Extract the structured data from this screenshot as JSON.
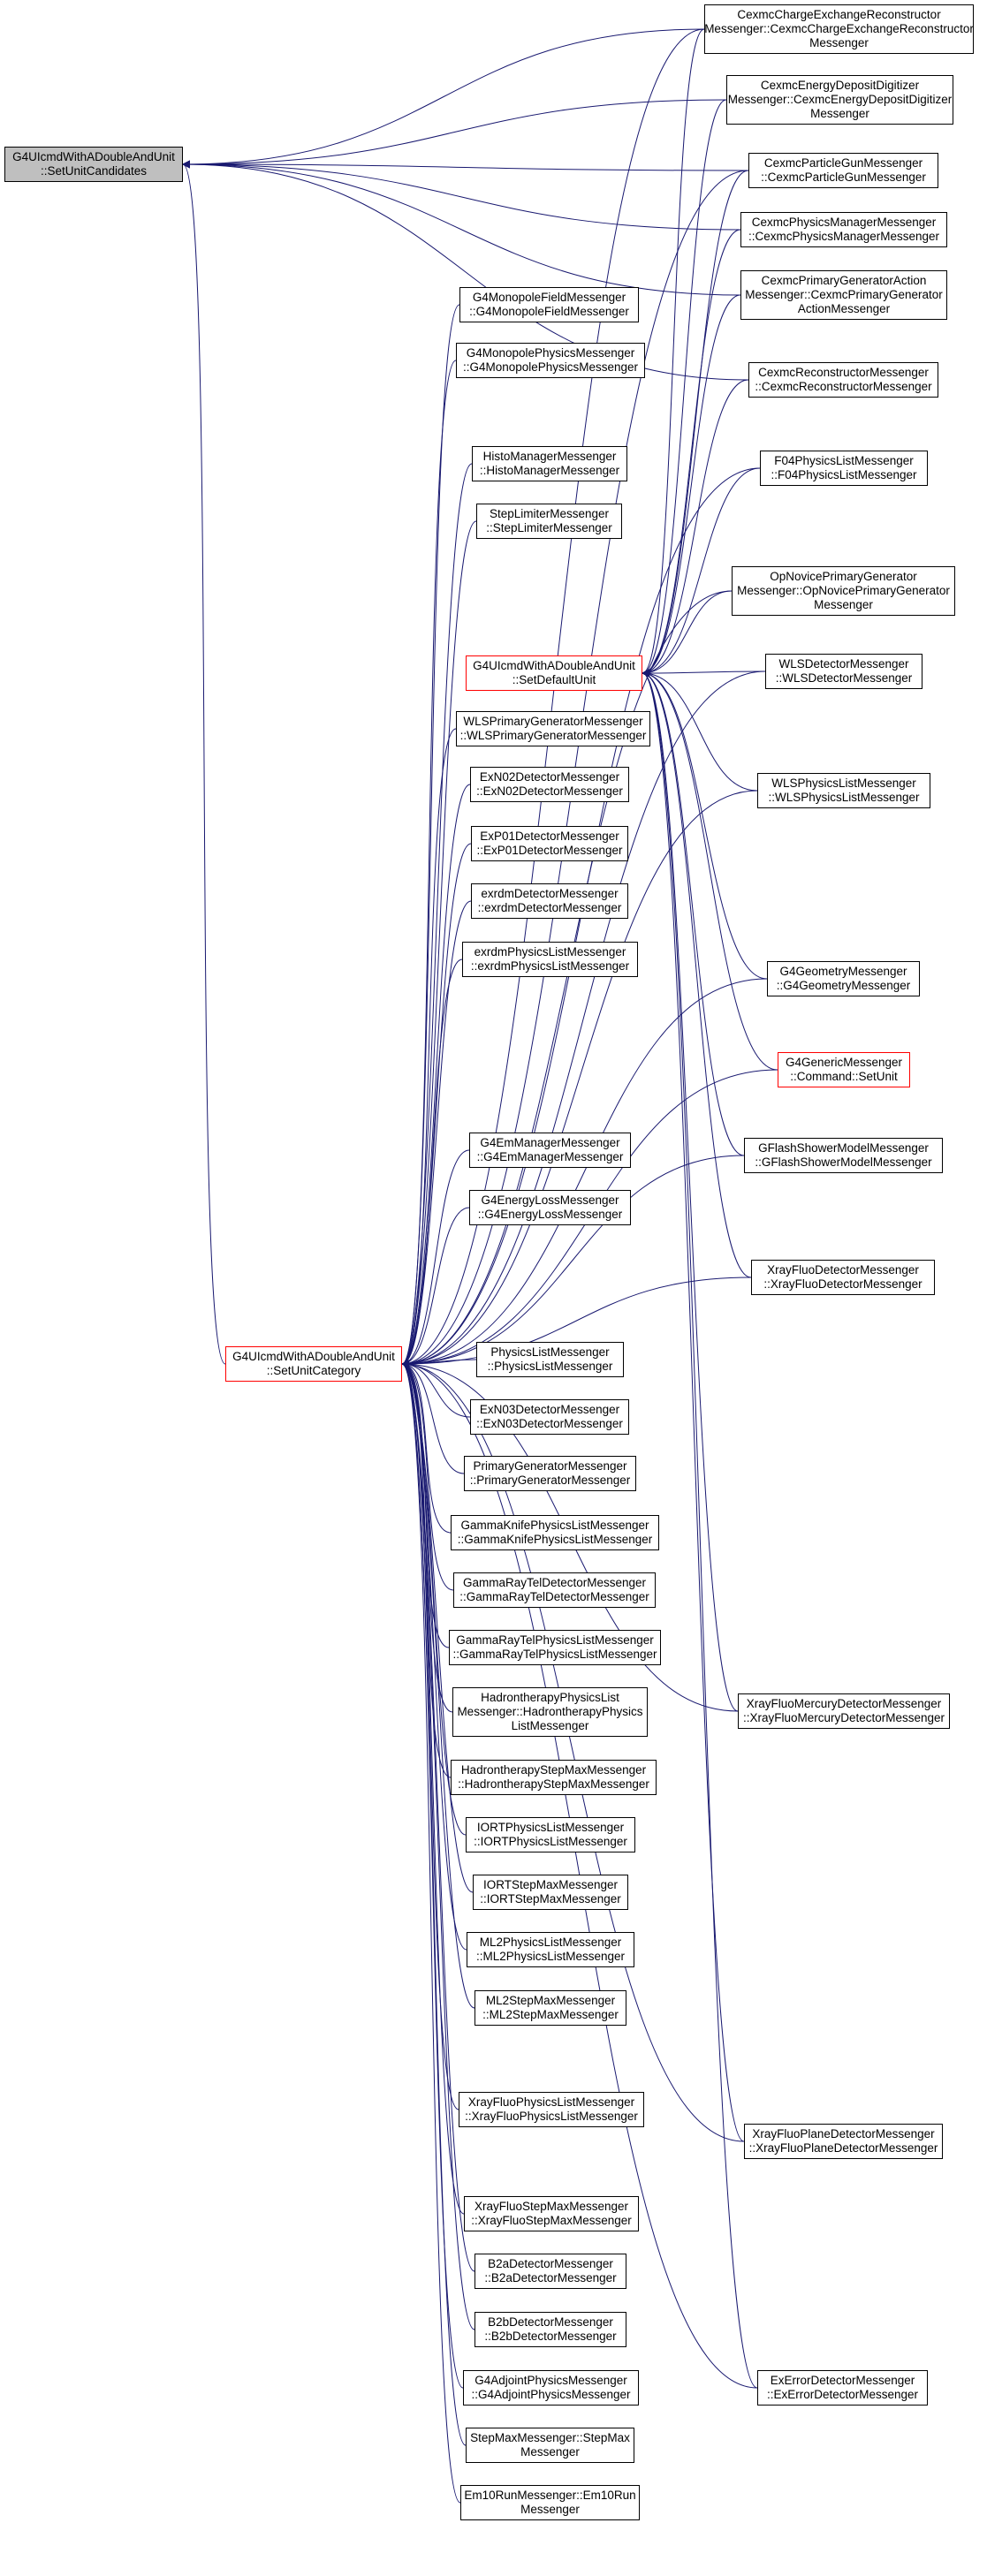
{
  "colors": {
    "edge": "#191970",
    "node_border": "#000000",
    "highlight_border": "#ff0000",
    "root_fill": "#bfbfbf",
    "background": "#ffffff"
  },
  "nodes": [
    {
      "id": "set-unit-candidates",
      "label": "G4UIcmdWithADoubleAndUnit\n::SetUnitCandidates",
      "style": "root"
    },
    {
      "id": "set-default-unit",
      "label": "G4UIcmdWithADoubleAndUnit\n::SetDefaultUnit",
      "style": "red"
    },
    {
      "id": "set-unit-category",
      "label": "G4UIcmdWithADoubleAndUnit\n::SetUnitCategory",
      "style": "red"
    },
    {
      "id": "cexmc-charge-exchange",
      "label": "CexmcChargeExchangeReconstructor\nMessenger::CexmcChargeExchangeReconstructor\nMessenger",
      "style": "normal"
    },
    {
      "id": "cexmc-energy-deposit",
      "label": "CexmcEnergyDepositDigitizer\nMessenger::CexmcEnergyDepositDigitizer\nMessenger",
      "style": "normal"
    },
    {
      "id": "cexmc-particle-gun",
      "label": "CexmcParticleGunMessenger\n::CexmcParticleGunMessenger",
      "style": "normal"
    },
    {
      "id": "cexmc-physics-manager",
      "label": "CexmcPhysicsManagerMessenger\n::CexmcPhysicsManagerMessenger",
      "style": "normal"
    },
    {
      "id": "cexmc-primary-generator",
      "label": "CexmcPrimaryGeneratorAction\nMessenger::CexmcPrimaryGenerator\nActionMessenger",
      "style": "normal"
    },
    {
      "id": "cexmc-reconstructor",
      "label": "CexmcReconstructorMessenger\n::CexmcReconstructorMessenger",
      "style": "normal"
    },
    {
      "id": "f04-physics-list",
      "label": "F04PhysicsListMessenger\n::F04PhysicsListMessenger",
      "style": "normal"
    },
    {
      "id": "opnovice-primary-generator",
      "label": "OpNovicePrimaryGenerator\nMessenger::OpNovicePrimaryGenerator\nMessenger",
      "style": "normal"
    },
    {
      "id": "wls-detector",
      "label": "WLSDetectorMessenger\n::WLSDetectorMessenger",
      "style": "normal"
    },
    {
      "id": "wls-physics-list",
      "label": "WLSPhysicsListMessenger\n::WLSPhysicsListMessenger",
      "style": "normal"
    },
    {
      "id": "g4-geometry",
      "label": "G4GeometryMessenger\n::G4GeometryMessenger",
      "style": "normal"
    },
    {
      "id": "g4-generic-command-set-unit",
      "label": "G4GenericMessenger\n::Command::SetUnit",
      "style": "red"
    },
    {
      "id": "gflash-shower-model",
      "label": "GFlashShowerModelMessenger\n::GFlashShowerModelMessenger",
      "style": "normal"
    },
    {
      "id": "xrayfluo-detector",
      "label": "XrayFluoDetectorMessenger\n::XrayFluoDetectorMessenger",
      "style": "normal"
    },
    {
      "id": "xrayfluo-mercury-detector",
      "label": "XrayFluoMercuryDetectorMessenger\n::XrayFluoMercuryDetectorMessenger",
      "style": "normal"
    },
    {
      "id": "xrayfluo-plane-detector",
      "label": "XrayFluoPlaneDetectorMessenger\n::XrayFluoPlaneDetectorMessenger",
      "style": "normal"
    },
    {
      "id": "exerror-detector",
      "label": "ExErrorDetectorMessenger\n::ExErrorDetectorMessenger",
      "style": "normal"
    },
    {
      "id": "g4-monopole-field",
      "label": "G4MonopoleFieldMessenger\n::G4MonopoleFieldMessenger",
      "style": "normal"
    },
    {
      "id": "g4-monopole-physics",
      "label": "G4MonopolePhysicsMessenger\n::G4MonopolePhysicsMessenger",
      "style": "normal"
    },
    {
      "id": "histo-manager",
      "label": "HistoManagerMessenger\n::HistoManagerMessenger",
      "style": "normal"
    },
    {
      "id": "step-limiter",
      "label": "StepLimiterMessenger\n::StepLimiterMessenger",
      "style": "normal"
    },
    {
      "id": "wls-primary-generator",
      "label": "WLSPrimaryGeneratorMessenger\n::WLSPrimaryGeneratorMessenger",
      "style": "normal"
    },
    {
      "id": "exn02-detector",
      "label": "ExN02DetectorMessenger\n::ExN02DetectorMessenger",
      "style": "normal"
    },
    {
      "id": "exp01-detector",
      "label": "ExP01DetectorMessenger\n::ExP01DetectorMessenger",
      "style": "normal"
    },
    {
      "id": "exrdm-detector",
      "label": "exrdmDetectorMessenger\n::exrdmDetectorMessenger",
      "style": "normal"
    },
    {
      "id": "exrdm-physics-list",
      "label": "exrdmPhysicsListMessenger\n::exrdmPhysicsListMessenger",
      "style": "normal"
    },
    {
      "id": "g4-em-manager",
      "label": "G4EmManagerMessenger\n::G4EmManagerMessenger",
      "style": "normal"
    },
    {
      "id": "g4-energy-loss",
      "label": "G4EnergyLossMessenger\n::G4EnergyLossMessenger",
      "style": "normal"
    },
    {
      "id": "physics-list",
      "label": "PhysicsListMessenger\n::PhysicsListMessenger",
      "style": "normal"
    },
    {
      "id": "exn03-detector",
      "label": "ExN03DetectorMessenger\n::ExN03DetectorMessenger",
      "style": "normal"
    },
    {
      "id": "primary-generator",
      "label": "PrimaryGeneratorMessenger\n::PrimaryGeneratorMessenger",
      "style": "normal"
    },
    {
      "id": "gammaknife-physics-list",
      "label": "GammaKnifePhysicsListMessenger\n::GammaKnifePhysicsListMessenger",
      "style": "normal"
    },
    {
      "id": "gammaraytel-detector",
      "label": "GammaRayTelDetectorMessenger\n::GammaRayTelDetectorMessenger",
      "style": "normal"
    },
    {
      "id": "gammaraytel-physics-list",
      "label": "GammaRayTelPhysicsListMessenger\n::GammaRayTelPhysicsListMessenger",
      "style": "normal"
    },
    {
      "id": "hadrontherapy-physics-list",
      "label": "HadrontherapyPhysicsList\nMessenger::HadrontherapyPhysics\nListMessenger",
      "style": "normal"
    },
    {
      "id": "hadrontherapy-step-max",
      "label": "HadrontherapyStepMaxMessenger\n::HadrontherapyStepMaxMessenger",
      "style": "normal"
    },
    {
      "id": "iort-physics-list",
      "label": "IORTPhysicsListMessenger\n::IORTPhysicsListMessenger",
      "style": "normal"
    },
    {
      "id": "iort-step-max",
      "label": "IORTStepMaxMessenger\n::IORTStepMaxMessenger",
      "style": "normal"
    },
    {
      "id": "ml2-physics-list",
      "label": "ML2PhysicsListMessenger\n::ML2PhysicsListMessenger",
      "style": "normal"
    },
    {
      "id": "ml2-step-max",
      "label": "ML2StepMaxMessenger\n::ML2StepMaxMessenger",
      "style": "normal"
    },
    {
      "id": "xrayfluo-physics-list",
      "label": "XrayFluoPhysicsListMessenger\n::XrayFluoPhysicsListMessenger",
      "style": "normal"
    },
    {
      "id": "xrayfluo-step-max",
      "label": "XrayFluoStepMaxMessenger\n::XrayFluoStepMaxMessenger",
      "style": "normal"
    },
    {
      "id": "b2a-detector",
      "label": "B2aDetectorMessenger\n::B2aDetectorMessenger",
      "style": "normal"
    },
    {
      "id": "b2b-detector",
      "label": "B2bDetectorMessenger\n::B2bDetectorMessenger",
      "style": "normal"
    },
    {
      "id": "g4-adjoint-physics",
      "label": "G4AdjointPhysicsMessenger\n::G4AdjointPhysicsMessenger",
      "style": "normal"
    },
    {
      "id": "step-max",
      "label": "StepMaxMessenger::StepMax\nMessenger",
      "style": "normal"
    },
    {
      "id": "em10-run",
      "label": "Em10RunMessenger::Em10Run\nMessenger",
      "style": "normal"
    }
  ],
  "edges": [
    {
      "from": "cexmc-charge-exchange",
      "to": "set-unit-candidates"
    },
    {
      "from": "cexmc-energy-deposit",
      "to": "set-unit-candidates"
    },
    {
      "from": "cexmc-particle-gun",
      "to": "set-unit-candidates"
    },
    {
      "from": "cexmc-physics-manager",
      "to": "set-unit-candidates"
    },
    {
      "from": "cexmc-primary-generator",
      "to": "set-unit-candidates"
    },
    {
      "from": "cexmc-reconstructor",
      "to": "set-unit-candidates"
    },
    {
      "from": "set-unit-category",
      "to": "set-unit-candidates"
    },
    {
      "from": "cexmc-charge-exchange",
      "to": "set-default-unit"
    },
    {
      "from": "cexmc-energy-deposit",
      "to": "set-default-unit"
    },
    {
      "from": "cexmc-particle-gun",
      "to": "set-default-unit"
    },
    {
      "from": "cexmc-physics-manager",
      "to": "set-default-unit"
    },
    {
      "from": "cexmc-primary-generator",
      "to": "set-default-unit"
    },
    {
      "from": "cexmc-reconstructor",
      "to": "set-default-unit"
    },
    {
      "from": "f04-physics-list",
      "to": "set-default-unit"
    },
    {
      "from": "opnovice-primary-generator",
      "to": "set-default-unit"
    },
    {
      "from": "wls-detector",
      "to": "set-default-unit"
    },
    {
      "from": "wls-physics-list",
      "to": "set-default-unit"
    },
    {
      "from": "g4-geometry",
      "to": "set-default-unit"
    },
    {
      "from": "g4-generic-command-set-unit",
      "to": "set-default-unit"
    },
    {
      "from": "gflash-shower-model",
      "to": "set-default-unit"
    },
    {
      "from": "xrayfluo-detector",
      "to": "set-default-unit"
    },
    {
      "from": "xrayfluo-mercury-detector",
      "to": "set-default-unit"
    },
    {
      "from": "xrayfluo-plane-detector",
      "to": "set-default-unit"
    },
    {
      "from": "exerror-detector",
      "to": "set-default-unit"
    },
    {
      "from": "cexmc-charge-exchange",
      "to": "set-unit-category"
    },
    {
      "from": "cexmc-particle-gun",
      "to": "set-unit-category"
    },
    {
      "from": "f04-physics-list",
      "to": "set-unit-category"
    },
    {
      "from": "opnovice-primary-generator",
      "to": "set-unit-category"
    },
    {
      "from": "wls-detector",
      "to": "set-unit-category"
    },
    {
      "from": "wls-physics-list",
      "to": "set-unit-category"
    },
    {
      "from": "g4-geometry",
      "to": "set-unit-category"
    },
    {
      "from": "g4-generic-command-set-unit",
      "to": "set-unit-category"
    },
    {
      "from": "gflash-shower-model",
      "to": "set-unit-category"
    },
    {
      "from": "xrayfluo-detector",
      "to": "set-unit-category"
    },
    {
      "from": "xrayfluo-mercury-detector",
      "to": "set-unit-category"
    },
    {
      "from": "xrayfluo-plane-detector",
      "to": "set-unit-category"
    },
    {
      "from": "exerror-detector",
      "to": "set-unit-category"
    },
    {
      "from": "g4-monopole-field",
      "to": "set-unit-category"
    },
    {
      "from": "g4-monopole-physics",
      "to": "set-unit-category"
    },
    {
      "from": "histo-manager",
      "to": "set-unit-category"
    },
    {
      "from": "step-limiter",
      "to": "set-unit-category"
    },
    {
      "from": "wls-primary-generator",
      "to": "set-unit-category"
    },
    {
      "from": "exn02-detector",
      "to": "set-unit-category"
    },
    {
      "from": "exp01-detector",
      "to": "set-unit-category"
    },
    {
      "from": "exrdm-detector",
      "to": "set-unit-category"
    },
    {
      "from": "exrdm-physics-list",
      "to": "set-unit-category"
    },
    {
      "from": "g4-em-manager",
      "to": "set-unit-category"
    },
    {
      "from": "g4-energy-loss",
      "to": "set-unit-category"
    },
    {
      "from": "physics-list",
      "to": "set-unit-category"
    },
    {
      "from": "exn03-detector",
      "to": "set-unit-category"
    },
    {
      "from": "primary-generator",
      "to": "set-unit-category"
    },
    {
      "from": "gammaknife-physics-list",
      "to": "set-unit-category"
    },
    {
      "from": "gammaraytel-detector",
      "to": "set-unit-category"
    },
    {
      "from": "gammaraytel-physics-list",
      "to": "set-unit-category"
    },
    {
      "from": "hadrontherapy-physics-list",
      "to": "set-unit-category"
    },
    {
      "from": "hadrontherapy-step-max",
      "to": "set-unit-category"
    },
    {
      "from": "iort-physics-list",
      "to": "set-unit-category"
    },
    {
      "from": "iort-step-max",
      "to": "set-unit-category"
    },
    {
      "from": "ml2-physics-list",
      "to": "set-unit-category"
    },
    {
      "from": "ml2-step-max",
      "to": "set-unit-category"
    },
    {
      "from": "xrayfluo-physics-list",
      "to": "set-unit-category"
    },
    {
      "from": "xrayfluo-step-max",
      "to": "set-unit-category"
    },
    {
      "from": "b2a-detector",
      "to": "set-unit-category"
    },
    {
      "from": "b2b-detector",
      "to": "set-unit-category"
    },
    {
      "from": "g4-adjoint-physics",
      "to": "set-unit-category"
    },
    {
      "from": "step-max",
      "to": "set-unit-category"
    },
    {
      "from": "em10-run",
      "to": "set-unit-category"
    }
  ]
}
